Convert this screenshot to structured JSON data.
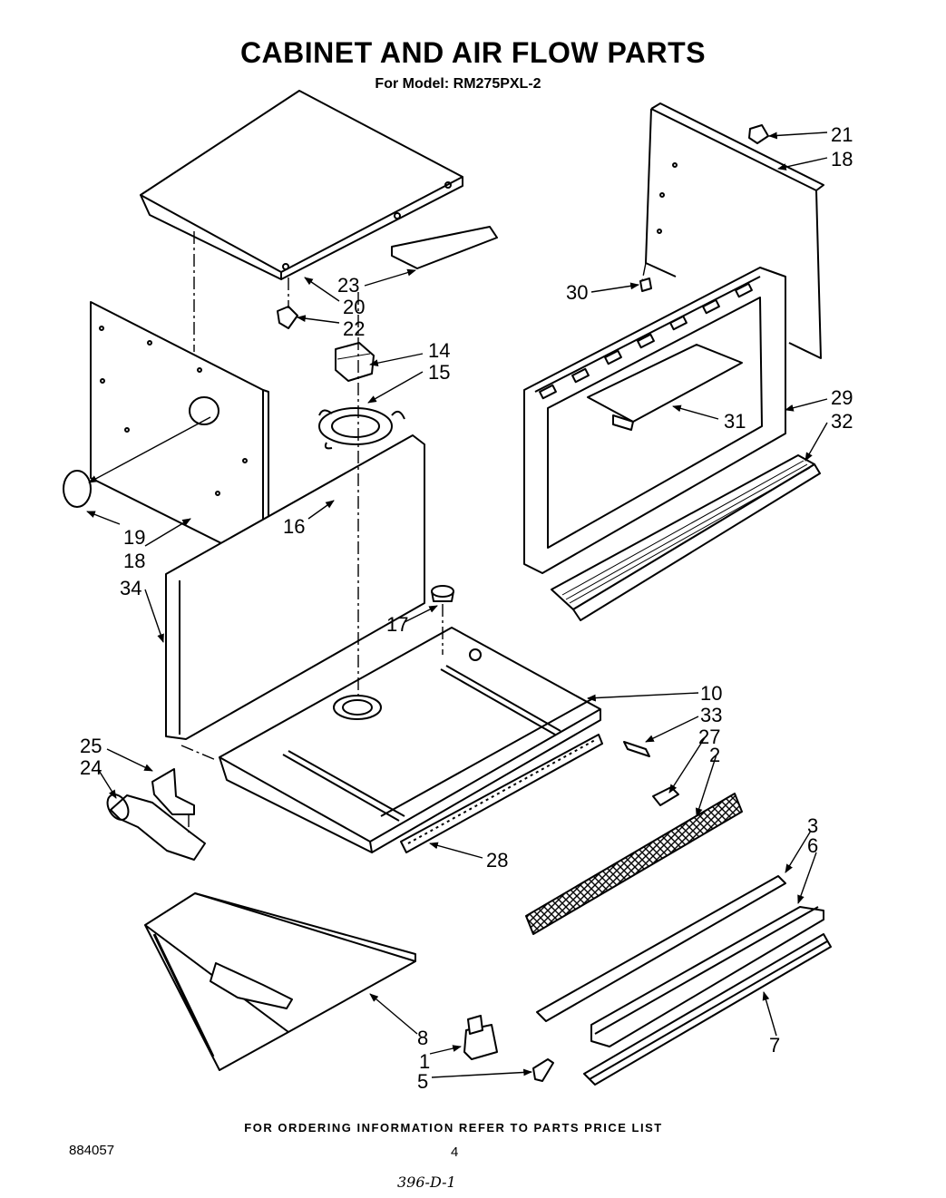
{
  "header": {
    "title": "CABINET AND AIR FLOW PARTS",
    "subtitle": "For Model: RM275PXL-2"
  },
  "callouts": {
    "c21": "21",
    "c18a": "18",
    "c30": "30",
    "c23": "23",
    "c20": "20",
    "c22": "22",
    "c14": "14",
    "c15": "15",
    "c29": "29",
    "c32": "32",
    "c31": "31",
    "c16": "16",
    "c19": "19",
    "c18b": "18",
    "c34": "34",
    "c17": "17",
    "c10": "10",
    "c33": "33",
    "c27": "27",
    "c2": "2",
    "c25": "25",
    "c24": "24",
    "c28": "28",
    "c3": "3",
    "c6": "6",
    "c8": "8",
    "c7": "7",
    "c1": "1",
    "c5": "5"
  },
  "footer": {
    "ordering_note": "FOR ORDERING INFORMATION REFER TO PARTS PRICE LIST",
    "doc_number": "884057",
    "page_number": "4",
    "handwritten": "396-D-1"
  },
  "colors": {
    "ink": "#000000",
    "paper": "#ffffff"
  }
}
